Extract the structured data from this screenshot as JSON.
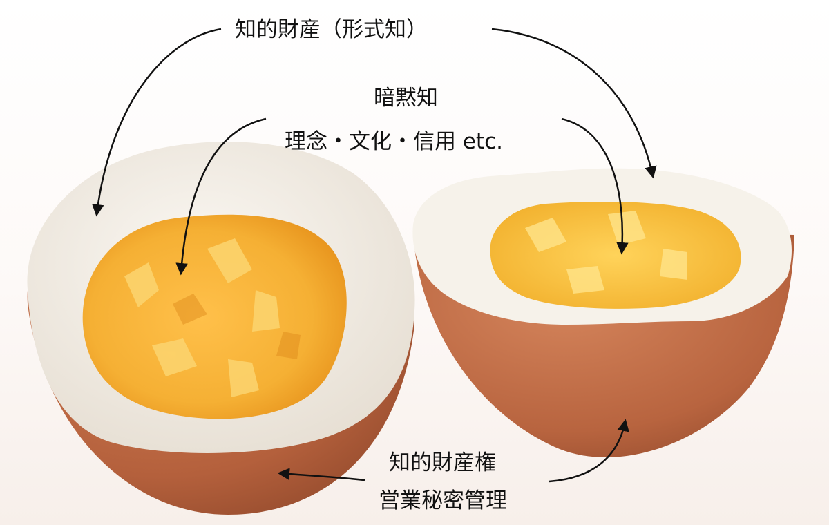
{
  "labels": {
    "intellectual_property": "知的財産（形式知）",
    "tacit_knowledge": "暗黙知",
    "examples": "理念・文化・信用 etc.",
    "ip_rights": "知的財産権",
    "trade_secret": "営業秘密管理"
  },
  "colors": {
    "shell": "#b9643f",
    "white": "#f1ece4",
    "yolk": "#f5b83a",
    "text": "#111111"
  }
}
